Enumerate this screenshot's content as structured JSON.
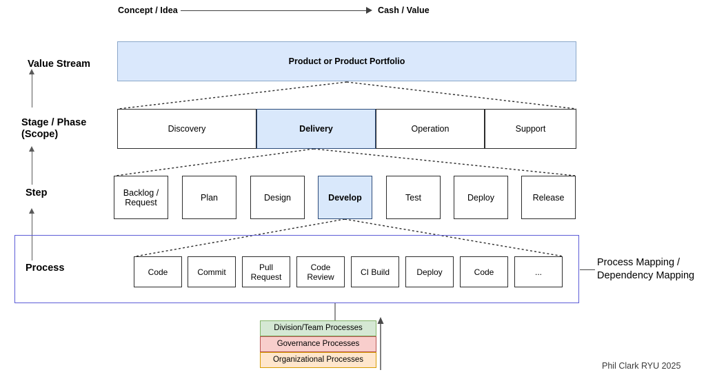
{
  "flow": {
    "start_label": "Concept / Idea",
    "end_label": "Cash / Value"
  },
  "hierarchy_labels": [
    {
      "label": "Value Stream"
    },
    {
      "label": "Stage / Phase",
      "label2": "(Scope)"
    },
    {
      "label": "Step"
    },
    {
      "label": "Process"
    }
  ],
  "value_stream": {
    "label": "Product or Product Portfolio"
  },
  "stages": [
    {
      "label": "Discovery",
      "highlight": false
    },
    {
      "label": "Delivery",
      "highlight": true
    },
    {
      "label": "Operation",
      "highlight": false
    },
    {
      "label": "Support",
      "highlight": false
    }
  ],
  "steps": [
    {
      "line1": "Backlog /",
      "line2": "Request",
      "highlight": false
    },
    {
      "line1": "Plan",
      "line2": "",
      "highlight": false
    },
    {
      "line1": "Design",
      "line2": "",
      "highlight": false
    },
    {
      "line1": "Develop",
      "line2": "",
      "highlight": true
    },
    {
      "line1": "Test",
      "line2": "",
      "highlight": false
    },
    {
      "line1": "Deploy",
      "line2": "",
      "highlight": false
    },
    {
      "line1": "Release",
      "line2": "",
      "highlight": false
    }
  ],
  "processes": [
    {
      "line1": "Code",
      "line2": ""
    },
    {
      "line1": "Commit",
      "line2": ""
    },
    {
      "line1": "Pull",
      "line2": "Request"
    },
    {
      "line1": "Code",
      "line2": "Review"
    },
    {
      "line1": "CI Build",
      "line2": ""
    },
    {
      "line1": "Deploy",
      "line2": ""
    },
    {
      "line1": "Code",
      "line2": ""
    },
    {
      "line1": "...",
      "line2": ""
    }
  ],
  "process_mapping": {
    "line1": "Process Mapping /",
    "line2": "Dependency Mapping"
  },
  "org_layers": [
    {
      "label": "Division/Team Processes",
      "color": "#d5e8d4",
      "border": "#82b366"
    },
    {
      "label": "Governance Processes",
      "color": "#f8cecc",
      "border": "#b85450"
    },
    {
      "label": "Organizational Processes",
      "color": "#ffe6cc",
      "border": "#d79b00"
    }
  ],
  "credit": "Phil Clark RYU 2025",
  "colors": {
    "highlight_fill": "#d9e8fc",
    "value_stream_fill": "#dae8fc",
    "container_border": "#5b5bd6"
  }
}
